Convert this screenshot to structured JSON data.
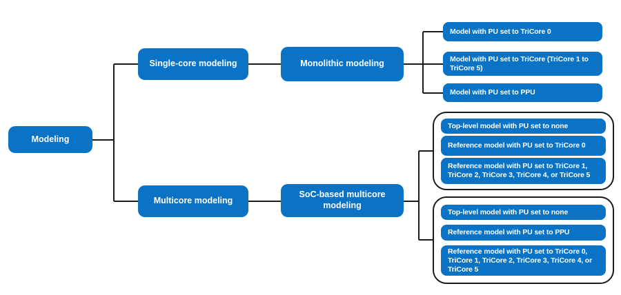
{
  "diagram": {
    "title_hidden": "",
    "root": {
      "label": "Modeling"
    },
    "branch_single_core": {
      "label": "Single-core modeling",
      "child": {
        "label": "Monolithic modeling"
      },
      "leaves": [
        "Model with PU set to TriCore 0",
        "Model with PU set to TriCore (TriCore 1 to TriCore 5)",
        "Model with PU set to PPU"
      ]
    },
    "branch_multicore": {
      "label": "Multicore modeling",
      "child": {
        "label": "SoC-based multicore modeling"
      },
      "group1_leaves": [
        "Top-level model with PU set to none",
        "Reference model with PU set to TriCore 0",
        "Reference model with PU set to TriCore 1, TriCore 2, TriCore 3, TriCore 4, or TriCore 5"
      ],
      "group2_leaves": [
        "Top-level model with PU set to none",
        "Reference model with PU set to PPU",
        "Reference model with PU set to TriCore 0, TriCore 1, TriCore 2, TriCore 3, TriCore 4, or TriCore 5"
      ]
    },
    "colors": {
      "node_fill": "#0a73c5",
      "node_text": "#ffffff",
      "connector": "#1a1a1a",
      "background": "#ffffff"
    }
  }
}
